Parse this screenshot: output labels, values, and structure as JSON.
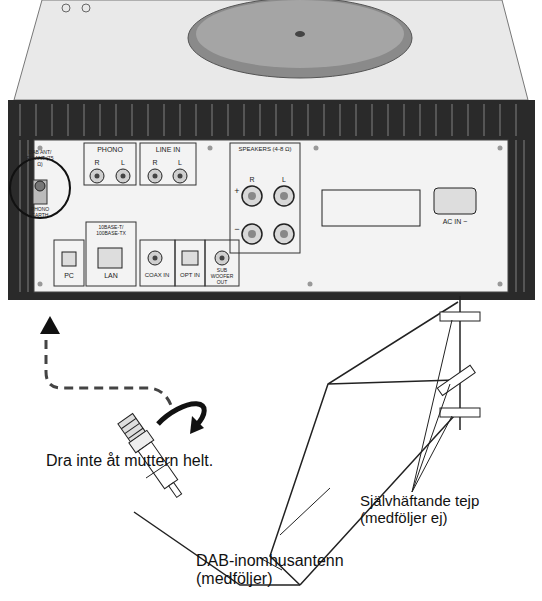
{
  "diagram": {
    "labels": [
      "DAB ANT/ FM ANT (75 Ω)",
      "PHONO EARTH",
      "PHONO",
      "R",
      "L",
      "LINE IN",
      "R",
      "L",
      "SPEAKERS (4-8 Ω)",
      "R",
      "L",
      "+",
      "−",
      "10BASE-T/ 100BASE-TX",
      "PC",
      "LAN",
      "COAX IN",
      "OPT IN",
      "SUB WOOFER OUT",
      "AC IN ~",
      "Dra inte åt muttern helt.",
      "Självhäftande tejp (medföljer ej)",
      "DAB-inomhusantenn (medföljer)"
    ]
  }
}
